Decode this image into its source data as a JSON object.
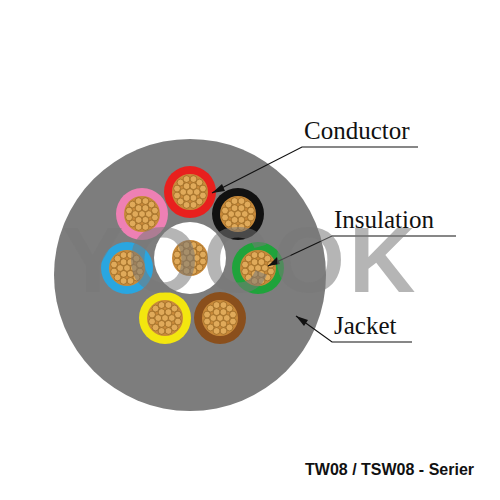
{
  "diagram": {
    "caption": "TW08 / TSW08 - Serier",
    "labels": [
      "Conductor",
      "Insulation",
      "Jacket",
      "YOCOK"
    ]
  }
}
